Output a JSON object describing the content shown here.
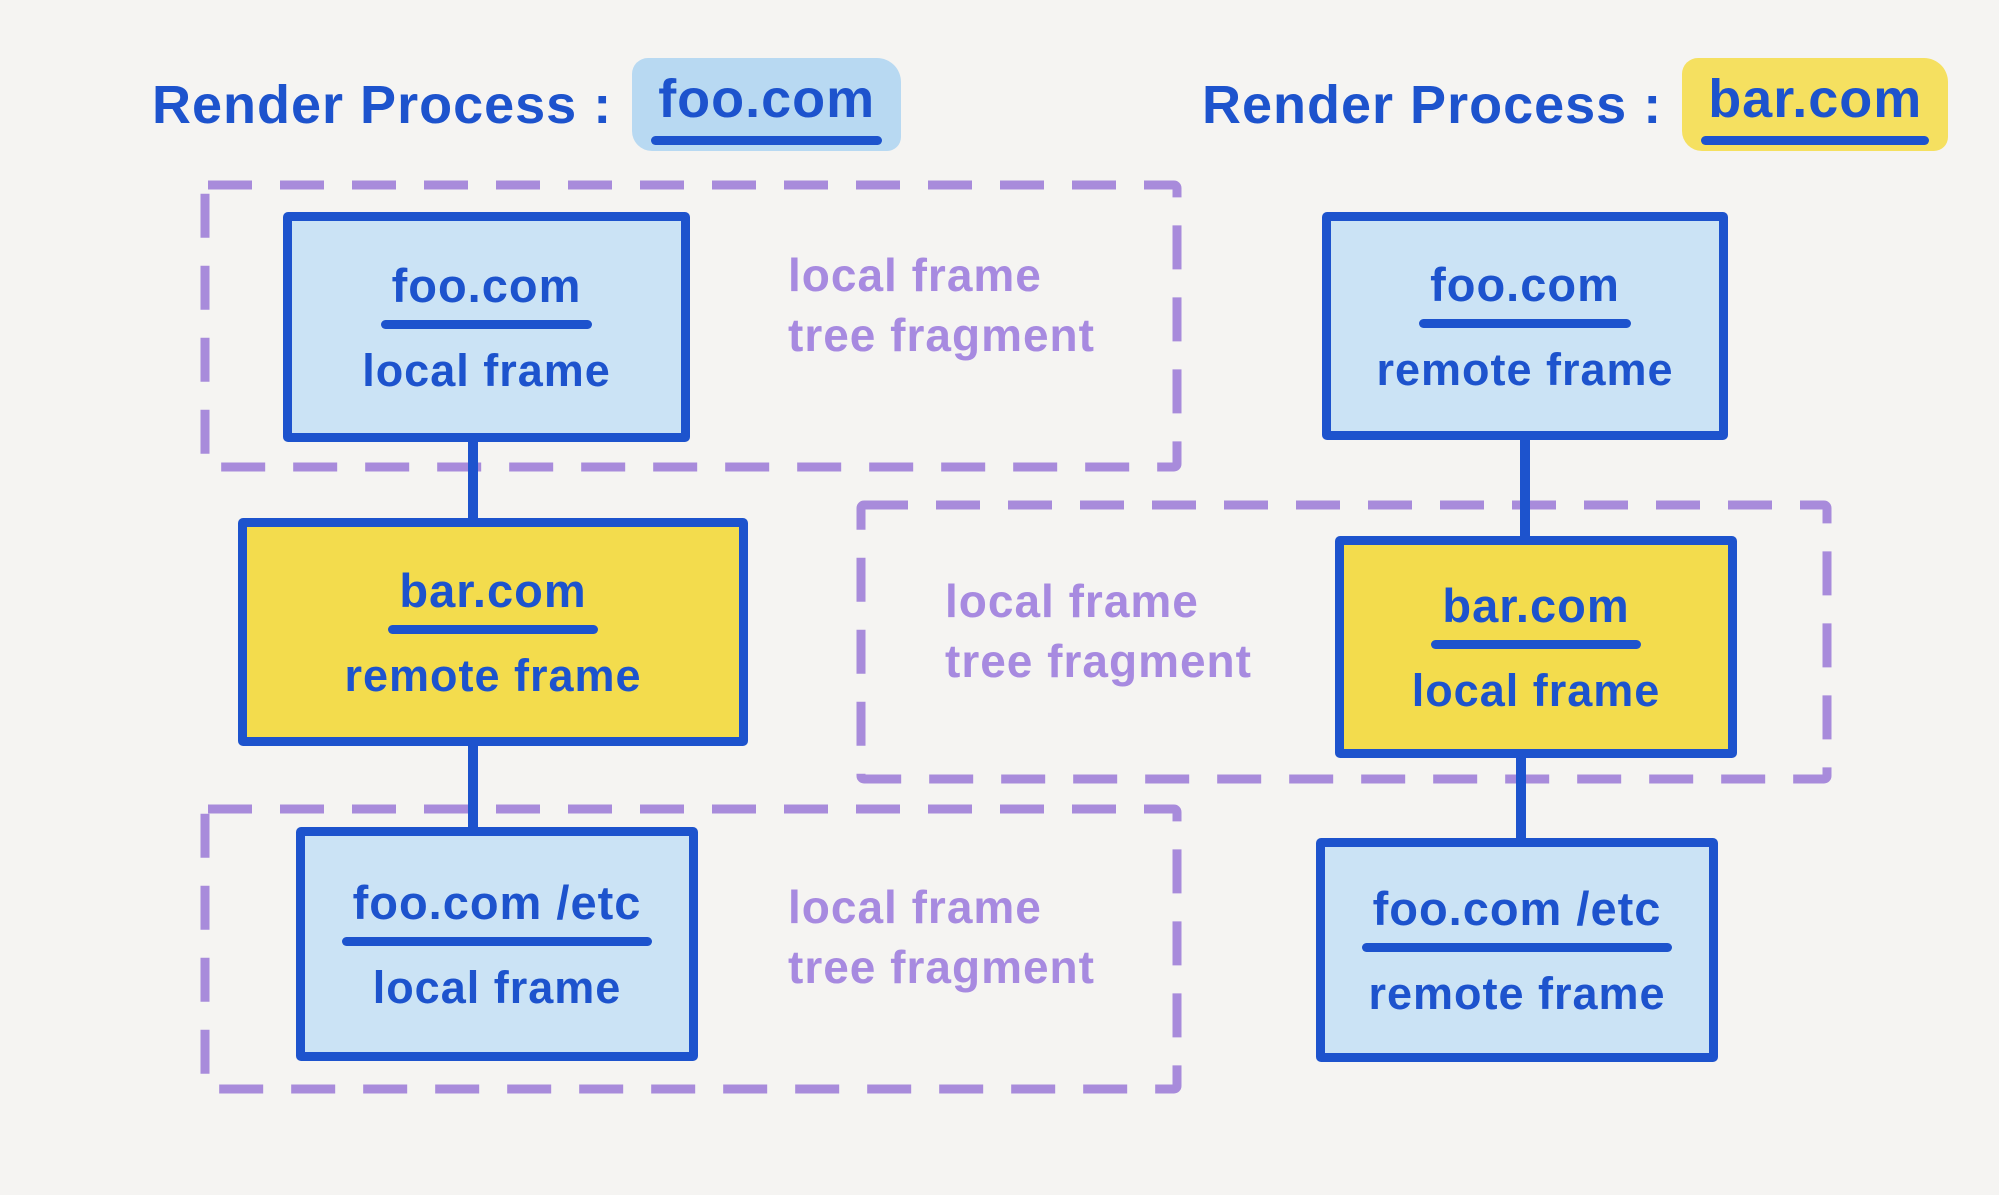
{
  "colors": {
    "bg": "#f5f4f2",
    "blue": "#1d53cd",
    "light_blue": "#cbe3f5",
    "yellow": "#f3dc4d",
    "purple": "#a88bdb",
    "purple_text": "#a78ae0",
    "highlight_blue": "#b8d9f2",
    "highlight_yellow": "#f5e060"
  },
  "titles": {
    "left": {
      "prefix": "Render Process :",
      "domain": "foo.com"
    },
    "right": {
      "prefix": "Render Process :",
      "domain": "bar.com"
    }
  },
  "left_column": {
    "fragment_top": {
      "label_line1": "local frame",
      "label_line2": "tree fragment",
      "node": {
        "domain": "foo.com",
        "type": "local frame"
      }
    },
    "middle_node": {
      "domain": "bar.com",
      "type": "remote frame"
    },
    "fragment_bottom": {
      "label_line1": "local frame",
      "label_line2": "tree fragment",
      "node": {
        "domain": "foo.com /etc",
        "type": "local frame"
      }
    }
  },
  "right_column": {
    "top_node": {
      "domain": "foo.com",
      "type": "remote frame"
    },
    "fragment_middle": {
      "label_line1": "local frame",
      "label_line2": "tree fragment",
      "node": {
        "domain": "bar.com",
        "type": "local frame"
      }
    },
    "bottom_node": {
      "domain": "foo.com /etc",
      "type": "remote frame"
    }
  }
}
